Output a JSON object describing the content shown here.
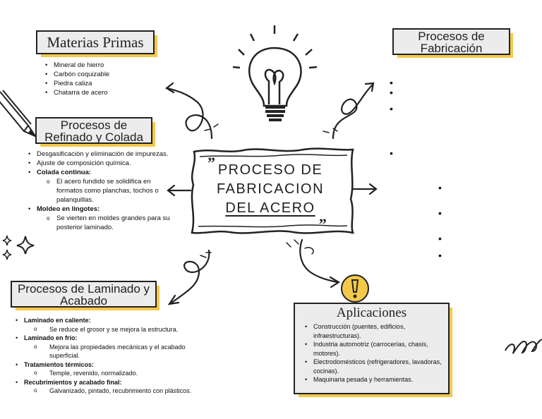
{
  "center": {
    "lines": [
      "PROCESO DE",
      "FABRICACION",
      "DEL ACERO"
    ]
  },
  "materias": {
    "title": "Materias Primas",
    "items": [
      "Mineral de hierro",
      "Carbón coquizable",
      "Piedra caliza",
      "Chatarra de acero"
    ]
  },
  "refinado": {
    "title_1": "Procesos de",
    "title_2": "Refinado y Colada",
    "items": [
      {
        "text": "Desgasificación y eliminación de impurezas.",
        "level": 1,
        "bold": false
      },
      {
        "text": "Ajuste de composición química.",
        "level": 1,
        "bold": false
      },
      {
        "text": "Colada continua:",
        "level": 1,
        "bold": true
      },
      {
        "text": "El acero fundido se solidifica en formatos como planchas, tochos o palanquillas.",
        "level": 2,
        "bold": false
      },
      {
        "text": "Moldeo en lingotes:",
        "level": 1,
        "bold": true
      },
      {
        "text": "Se vierten en moldes grandes para su posterior laminado.",
        "level": 2,
        "bold": false
      }
    ]
  },
  "laminado": {
    "title_1": "Procesos de Laminado y",
    "title_2": "Acabado",
    "items": [
      {
        "text": "Laminado en caliente:",
        "level": 1,
        "bold": true
      },
      {
        "text": "Se reduce el grosor y se mejora la estructura.",
        "level": 2,
        "bold": false
      },
      {
        "text": "Laminado en frío:",
        "level": 1,
        "bold": true
      },
      {
        "text": "Mejora las propiedades mecánicas y el acabado superficial.",
        "level": 2,
        "bold": false
      },
      {
        "text": "Tratamientos térmicos:",
        "level": 1,
        "bold": true
      },
      {
        "text": "Temple, revenido, normalizado.",
        "level": 2,
        "bold": false
      },
      {
        "text": "Recubrimientos y acabado final:",
        "level": 1,
        "bold": true
      },
      {
        "text": "Galvanizado, pintado, recubrimiento con plásticos.",
        "level": 2,
        "bold": false
      }
    ]
  },
  "fabricacion": {
    "title_1": "Procesos de",
    "title_2": "Fabricación"
  },
  "aplicaciones": {
    "title": "Aplicaciones",
    "items": [
      "Construcción (puentes, edificios, infraestructuras).",
      "Industria automotriz (carrocerías, chasis, motores).",
      "Electrodomésticos (refrigeradores, lavadoras, cocinas).",
      "Maquinaria pesada y herramientas."
    ]
  },
  "colors": {
    "accent": "#f3c94b",
    "box_fill": "#ececec",
    "ink": "#222222"
  }
}
